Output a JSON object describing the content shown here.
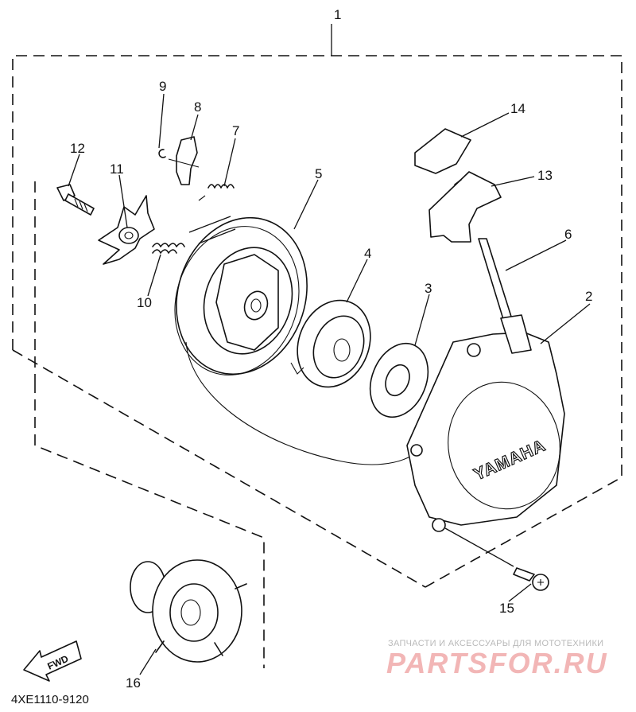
{
  "callouts": [
    {
      "id": "1",
      "label": "1"
    },
    {
      "id": "2",
      "label": "2"
    },
    {
      "id": "3",
      "label": "3"
    },
    {
      "id": "4",
      "label": "4"
    },
    {
      "id": "5",
      "label": "5"
    },
    {
      "id": "6",
      "label": "6"
    },
    {
      "id": "7",
      "label": "7"
    },
    {
      "id": "8",
      "label": "8"
    },
    {
      "id": "9",
      "label": "9"
    },
    {
      "id": "10",
      "label": "10"
    },
    {
      "id": "11",
      "label": "11"
    },
    {
      "id": "12",
      "label": "12"
    },
    {
      "id": "13",
      "label": "13"
    },
    {
      "id": "14",
      "label": "14"
    },
    {
      "id": "15",
      "label": "15"
    },
    {
      "id": "16",
      "label": "16"
    }
  ],
  "cover_brand": "YAMAHA",
  "direction_arrow": "FWD",
  "diagram_code": "4XE1110-9120",
  "watermark": {
    "tagline": "ЗАПЧАСТИ И АКСЕССУАРЫ ДЛЯ МОТОТЕХНИКИ",
    "logo": "PARTSFOR.RU"
  }
}
